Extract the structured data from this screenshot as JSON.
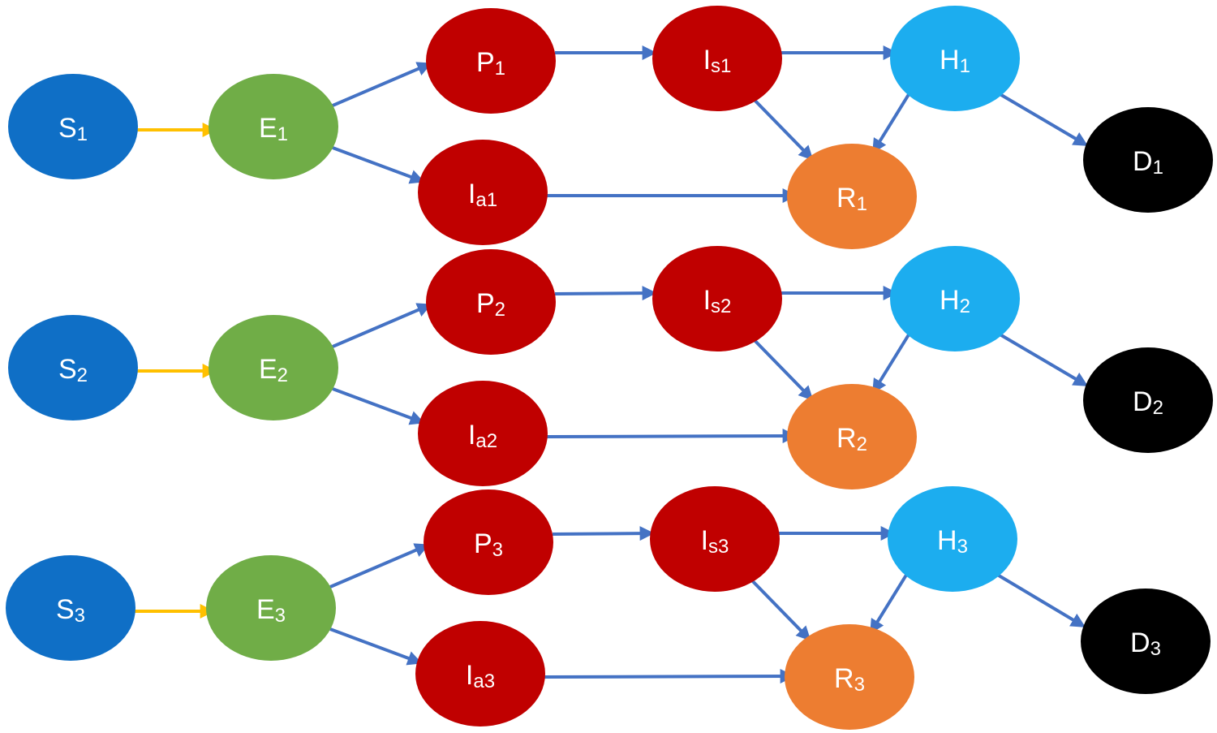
{
  "colors": {
    "susceptible": "#0F6FC6",
    "exposed": "#70AD47",
    "infected": "#C00000",
    "recovered": "#ED7D31",
    "hospitalized": "#1CADEF",
    "dead": "#000000",
    "edge": "#4472C4",
    "exposure_edge": "#FFC000",
    "label": "#FFFFFF"
  },
  "groups": [
    {
      "index": "1",
      "nodes": {
        "S": {
          "base": "S",
          "sub": "1"
        },
        "E": {
          "base": "E",
          "sub": "1"
        },
        "P": {
          "base": "P",
          "sub": "1"
        },
        "Ia": {
          "base": "I",
          "sub": "a1"
        },
        "Is": {
          "base": "I",
          "sub": "s1"
        },
        "H": {
          "base": "H",
          "sub": "1"
        },
        "R": {
          "base": "R",
          "sub": "1"
        },
        "D": {
          "base": "D",
          "sub": "1"
        }
      }
    },
    {
      "index": "2",
      "nodes": {
        "S": {
          "base": "S",
          "sub": "2"
        },
        "E": {
          "base": "E",
          "sub": "2"
        },
        "P": {
          "base": "P",
          "sub": "2"
        },
        "Ia": {
          "base": "I",
          "sub": "a2"
        },
        "Is": {
          "base": "I",
          "sub": "s2"
        },
        "H": {
          "base": "H",
          "sub": "2"
        },
        "R": {
          "base": "R",
          "sub": "2"
        },
        "D": {
          "base": "D",
          "sub": "2"
        }
      }
    },
    {
      "index": "3",
      "nodes": {
        "S": {
          "base": "S",
          "sub": "3"
        },
        "E": {
          "base": "E",
          "sub": "3"
        },
        "P": {
          "base": "P",
          "sub": "3"
        },
        "Ia": {
          "base": "I",
          "sub": "a3"
        },
        "Is": {
          "base": "I",
          "sub": "s3"
        },
        "H": {
          "base": "H",
          "sub": "3"
        },
        "R": {
          "base": "R",
          "sub": "3"
        },
        "D": {
          "base": "D",
          "sub": "3"
        }
      }
    }
  ],
  "edges": [
    {
      "from": "S",
      "to": "E",
      "kind": "exposure"
    },
    {
      "from": "E",
      "to": "P",
      "kind": "transition"
    },
    {
      "from": "E",
      "to": "Ia",
      "kind": "transition"
    },
    {
      "from": "P",
      "to": "Is",
      "kind": "transition"
    },
    {
      "from": "Is",
      "to": "H",
      "kind": "transition"
    },
    {
      "from": "Is",
      "to": "R",
      "kind": "transition"
    },
    {
      "from": "Ia",
      "to": "R",
      "kind": "transition"
    },
    {
      "from": "H",
      "to": "R",
      "kind": "transition"
    },
    {
      "from": "H",
      "to": "D",
      "kind": "transition"
    }
  ]
}
